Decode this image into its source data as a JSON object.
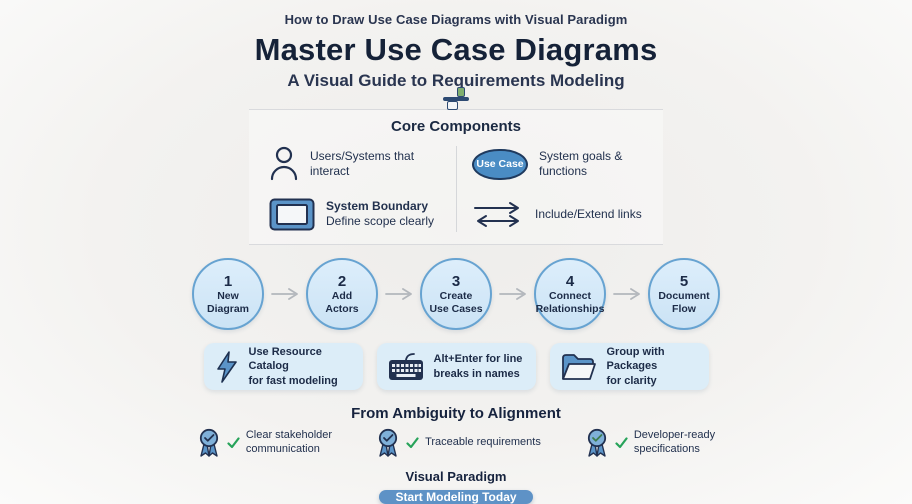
{
  "page": {
    "kicker": "How to Draw Use Case Diagrams with Visual Paradigm",
    "title": "Master Use Case Diagrams",
    "subtitle": "A Visual Guide to Requirements Modeling",
    "logo_icon": "visual-paradigm-logo"
  },
  "core": {
    "heading": "Core Components",
    "items": [
      {
        "icon": "actor-icon",
        "label": "Users/Systems that interact"
      },
      {
        "icon": "use-case-oval",
        "badge": "Use Case",
        "label": "System goals & functions"
      },
      {
        "icon": "system-boundary-icon",
        "title": "System Boundary",
        "label": "Define scope clearly"
      },
      {
        "icon": "include-extend-arrows-icon",
        "label": "Include/Extend links"
      }
    ]
  },
  "steps": [
    {
      "number": "1",
      "line1": "New",
      "line2": "Diagram"
    },
    {
      "number": "2",
      "line1": "Add",
      "line2": "Actors"
    },
    {
      "number": "3",
      "line1": "Create",
      "line2": "Use Cases"
    },
    {
      "number": "4",
      "line1": "Connect",
      "line2": "Relationships"
    },
    {
      "number": "5",
      "line1": "Document",
      "line2": "Flow"
    }
  ],
  "tips": [
    {
      "icon": "lightning-icon",
      "line1": "Use Resource Catalog",
      "line2": "for fast modeling"
    },
    {
      "icon": "keyboard-icon",
      "line1": "Alt+Enter for line",
      "line2": "breaks in names"
    },
    {
      "icon": "folder-icon",
      "line1": "Group with Packages",
      "line2": "for clarity"
    }
  ],
  "benefits": {
    "heading": "From Ambiguity to Alignment",
    "items": [
      {
        "icon": "award-ribbon-icon",
        "check": "checkmark",
        "line1": "Clear stakeholder",
        "line2": "communication"
      },
      {
        "icon": "award-ribbon-icon",
        "check": "checkmark",
        "line1": "Traceable requirements",
        "line2": ""
      },
      {
        "icon": "award-ribbon-icon",
        "check": "checkmark",
        "line1": "Developer-ready",
        "line2": "specifications"
      }
    ]
  },
  "footer": {
    "brand": "Visual Paradigm",
    "cta_label": "Start Modeling Today"
  },
  "colors": {
    "navy_text": "#1d2b47",
    "title_navy": "#152238",
    "accent_blue": "#4a8cc4",
    "circle_fill": "#d3e8f7",
    "circle_border": "#67a3d1",
    "tip_card_bg": "#dcedf8",
    "button_blue": "#5e92c6",
    "check_green": "#27a35a",
    "background": "#f3f2f0"
  }
}
